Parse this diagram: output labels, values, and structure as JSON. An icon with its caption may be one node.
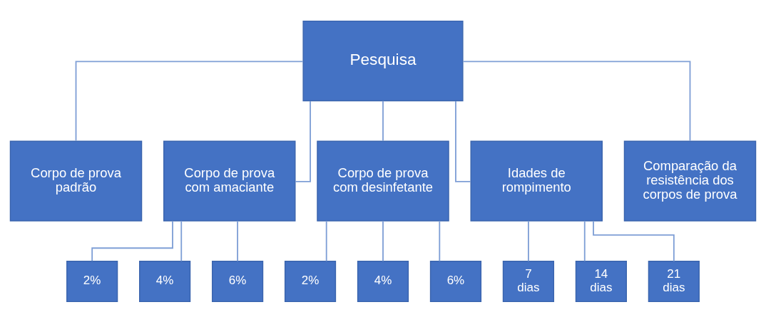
{
  "diagram": {
    "nodes": [
      {
        "text": [
          "Pesquisa"
        ]
      },
      {
        "text": [
          "Corpo de prova padrão"
        ]
      },
      {
        "text": [
          "Corpo de prova com amaciante"
        ]
      },
      {
        "text": [
          "Corpo de prova com desinfetante"
        ]
      },
      {
        "text": [
          "Idades de rompimento"
        ]
      },
      {
        "text": [
          "Comparação da resistência dos corpos de prova"
        ]
      },
      {
        "text": [
          "2%"
        ]
      },
      {
        "text": [
          "4%"
        ]
      },
      {
        "text": [
          "6%"
        ]
      },
      {
        "text": [
          "2%"
        ]
      },
      {
        "text": [
          "4%"
        ]
      },
      {
        "text": [
          "6%"
        ]
      },
      {
        "text": [
          "7 dias"
        ]
      },
      {
        "text": [
          "14 dias"
        ]
      },
      {
        "text": [
          "21 dias"
        ]
      }
    ],
    "edges": [
      {
        "from": 0,
        "to": 1,
        "arrow": "none"
      },
      {
        "from": 0,
        "to": 2,
        "arrow": "none"
      },
      {
        "from": 0,
        "to": 3,
        "arrow": "none"
      },
      {
        "from": 0,
        "to": 4,
        "arrow": "none"
      },
      {
        "from": 0,
        "to": 5,
        "arrow": "none"
      },
      {
        "from": 2,
        "to": 6,
        "arrow": "none"
      },
      {
        "from": 2,
        "to": 7,
        "arrow": "none"
      },
      {
        "from": 2,
        "to": 8,
        "arrow": "none"
      },
      {
        "from": 3,
        "to": 9,
        "arrow": "none"
      },
      {
        "from": 3,
        "to": 10,
        "arrow": "none"
      },
      {
        "from": 3,
        "to": 11,
        "arrow": "none"
      },
      {
        "from": 4,
        "to": 12,
        "arrow": "none"
      },
      {
        "from": 4,
        "to": 13,
        "arrow": "none"
      },
      {
        "from": 4,
        "to": 14,
        "arrow": "none"
      }
    ]
  }
}
